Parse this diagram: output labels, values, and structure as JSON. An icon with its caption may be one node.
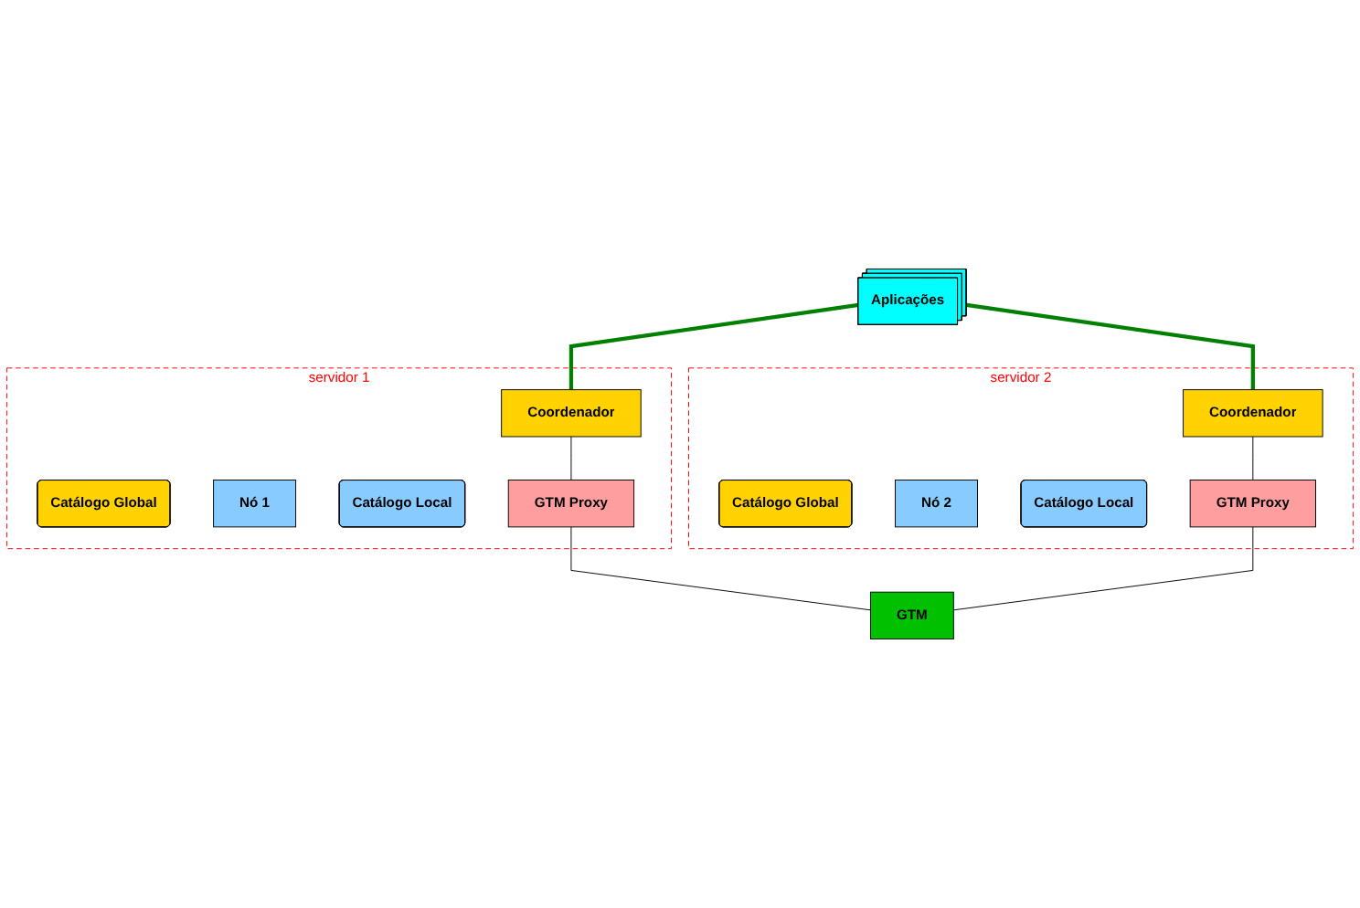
{
  "diagram": {
    "nodes": [
      {
        "text": [
          "Aplicações"
        ]
      },
      {
        "text": [
          "servidor 1"
        ]
      },
      {
        "text": [
          "Coordenador"
        ],
        "in": 1
      },
      {
        "text": [
          "Catálogo Global"
        ],
        "in": 1
      },
      {
        "text": [
          "Nó 1"
        ],
        "in": 1
      },
      {
        "text": [
          "Catálogo Local"
        ],
        "in": 1
      },
      {
        "text": [
          "GTM Proxy"
        ],
        "in": 1
      },
      {
        "text": [
          "servidor 2"
        ]
      },
      {
        "text": [
          "Coordenador"
        ],
        "in": 7
      },
      {
        "text": [
          "Catálogo Global"
        ],
        "in": 7
      },
      {
        "text": [
          "Nó 2"
        ],
        "in": 7
      },
      {
        "text": [
          "Catálogo Local"
        ],
        "in": 7
      },
      {
        "text": [
          "GTM Proxy"
        ],
        "in": 7
      },
      {
        "text": [
          "GTM"
        ]
      }
    ],
    "edges": [
      {
        "from": 0,
        "to": 2,
        "arrow": "none",
        "style": "thick",
        "color": "#008000"
      },
      {
        "from": 0,
        "to": 8,
        "arrow": "none",
        "style": "thick",
        "color": "#008000"
      },
      {
        "from": 2,
        "to": 6,
        "arrow": "none"
      },
      {
        "from": 8,
        "to": 12,
        "arrow": "none"
      },
      {
        "from": 6,
        "to": 13,
        "arrow": "none"
      },
      {
        "from": 12,
        "to": 13,
        "arrow": "none"
      }
    ]
  }
}
